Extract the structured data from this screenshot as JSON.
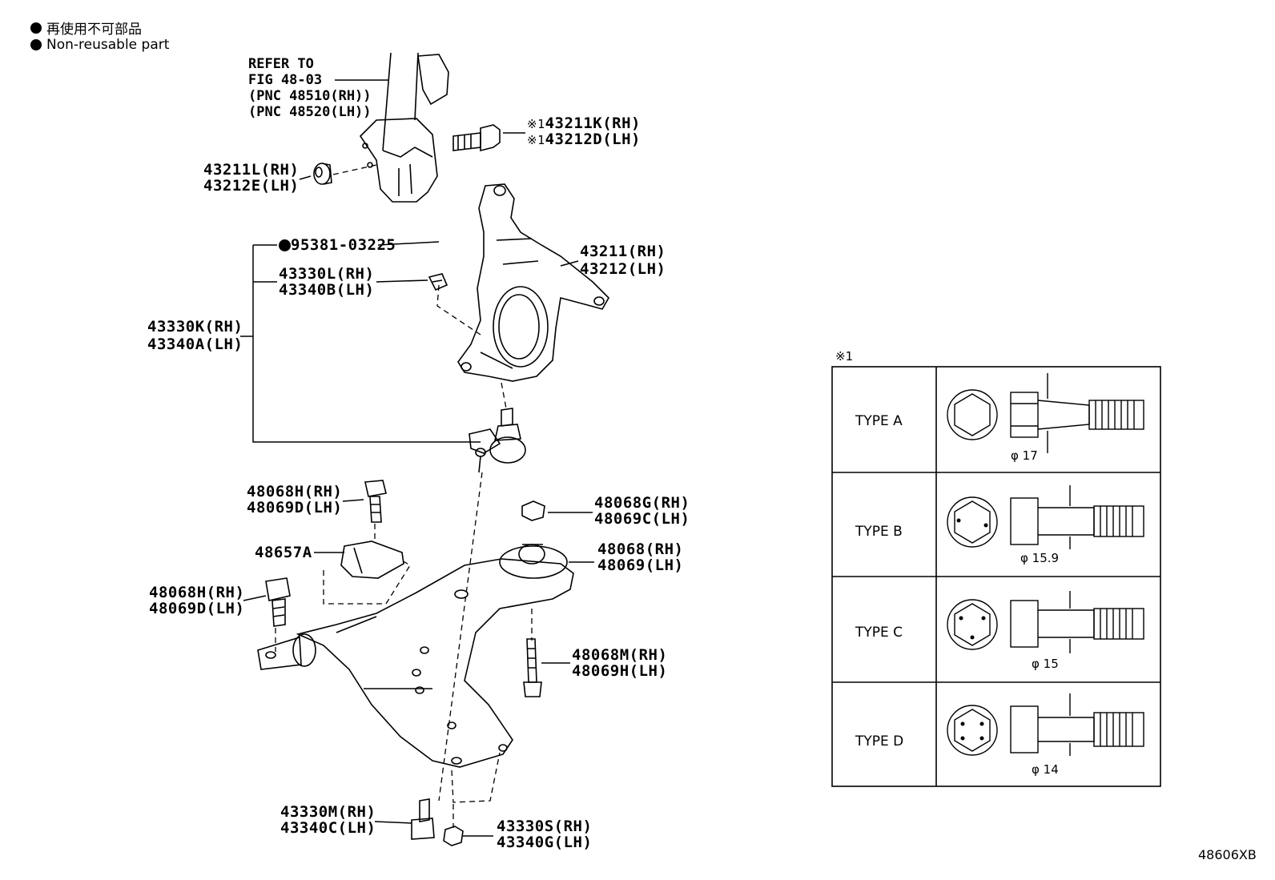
{
  "legend": [
    {
      "text": "再使用不可部品"
    },
    {
      "text": "Non-reusable part"
    }
  ],
  "refer": {
    "lines": [
      "REFER TO",
      "FIG 48-03",
      "(PNC 48510(RH))",
      "(PNC 48520(LH))"
    ]
  },
  "callouts": {
    "bolt_43211k": {
      "prefix": "※1",
      "rh": "43211K(RH)",
      "lh": "43212D(LH)"
    },
    "nut_43211l": {
      "rh": "43211L(RH)",
      "lh": "43212E(LH)"
    },
    "clip_95381": {
      "text": "95381-03225"
    },
    "knuckle": {
      "rh": "43211(RH)",
      "lh": "43212(LH)"
    },
    "sub_43330l": {
      "rh": "43330L(RH)",
      "lh": "43340B(LH)"
    },
    "joint_43330k": {
      "rh": "43330K(RH)",
      "lh": "43340A(LH)"
    },
    "bolt_48068h_top": {
      "rh": "48068H(RH)",
      "lh": "48069D(LH)"
    },
    "nut_48068g": {
      "rh": "48068G(RH)",
      "lh": "48069C(LH)"
    },
    "bracket_48657a": {
      "text": "48657A"
    },
    "bush_48068": {
      "rh": "48068(RH)",
      "lh": "48069(LH)"
    },
    "bolt_48068h_left": {
      "rh": "48068H(RH)",
      "lh": "48069D(LH)"
    },
    "bolt_48068m": {
      "rh": "48068M(RH)",
      "lh": "48069H(LH)"
    },
    "bolt_43330m": {
      "rh": "43330M(RH)",
      "lh": "43340C(LH)"
    },
    "nut_43330s": {
      "rh": "43330S(RH)",
      "lh": "43340G(LH)"
    }
  },
  "table": {
    "note": "※1",
    "rows": [
      {
        "type": "TYPE A",
        "diameter": "φ 17"
      },
      {
        "type": "TYPE B",
        "diameter": "φ 15.9"
      },
      {
        "type": "TYPE C",
        "diameter": "φ 15"
      },
      {
        "type": "TYPE D",
        "diameter": "φ 14"
      }
    ]
  },
  "figure_id": "48606XB"
}
